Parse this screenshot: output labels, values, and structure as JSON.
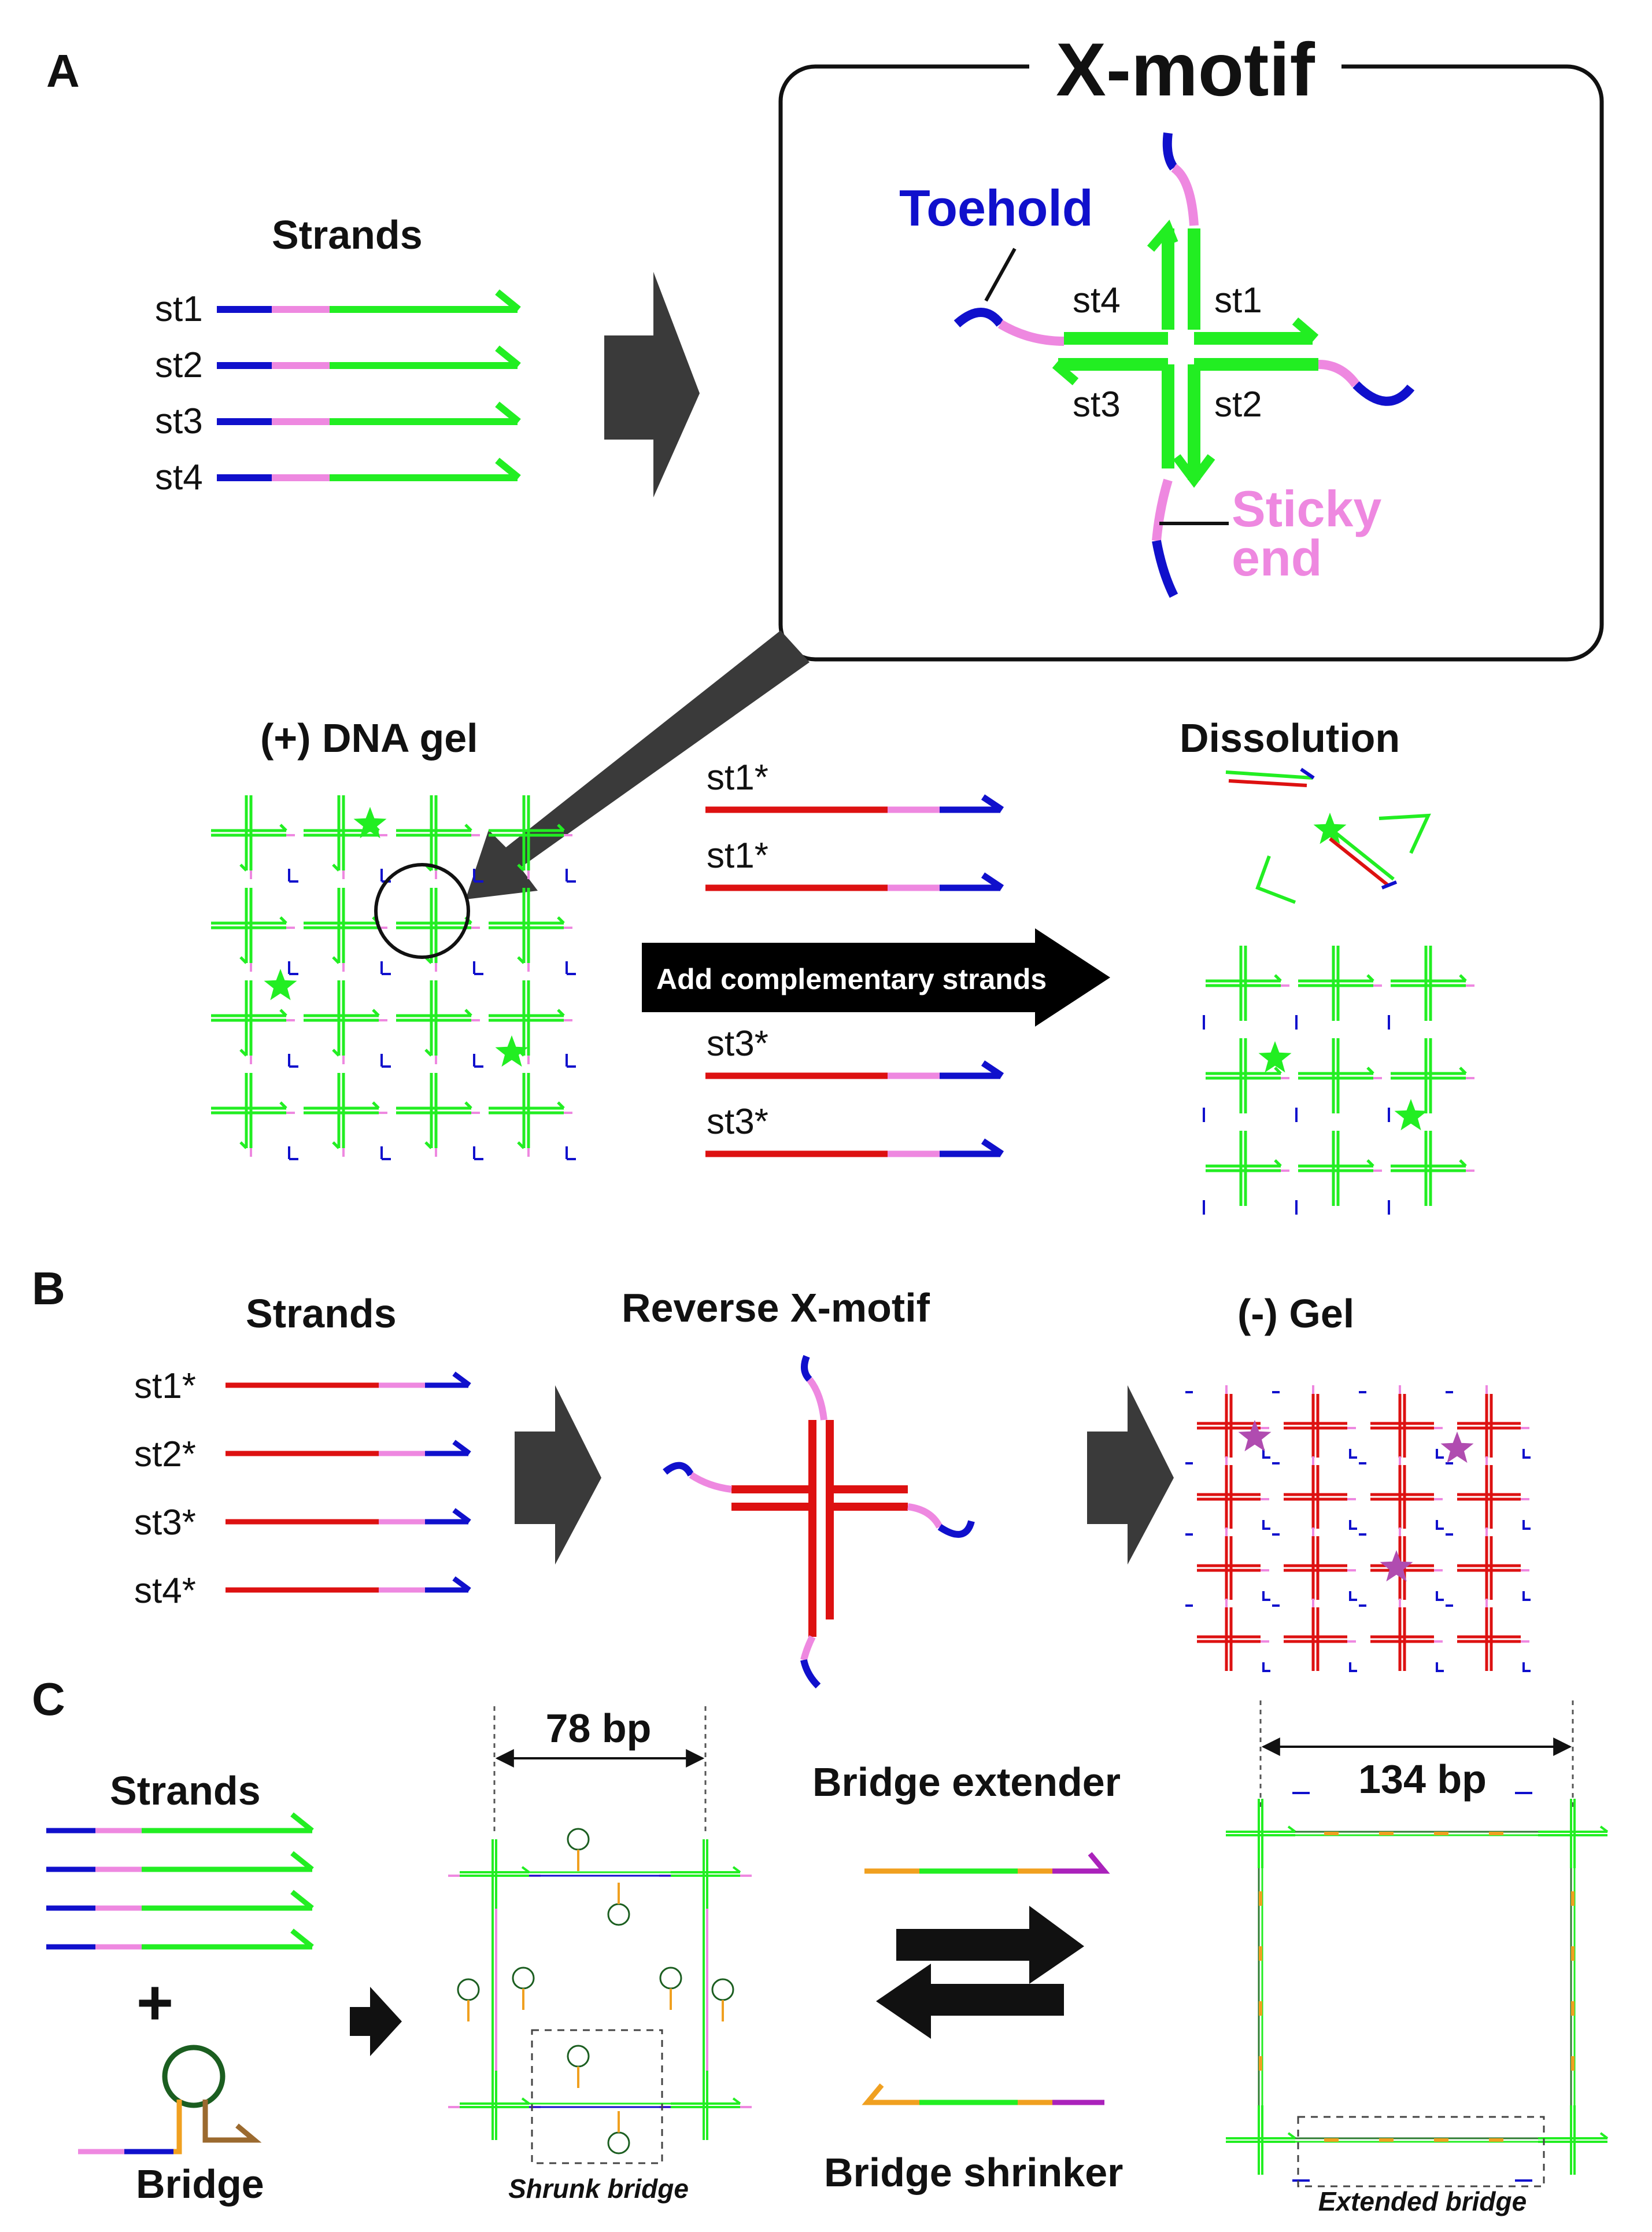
{
  "panels": {
    "a": "A",
    "b": "B",
    "c": "C"
  },
  "panel_a": {
    "strands_title": "Strands",
    "strands": [
      "st1",
      "st2",
      "st3",
      "st4"
    ],
    "xmotif_title": "X-motif",
    "toehold_label": "Toehold",
    "sticky_label_1": "Sticky",
    "sticky_label_2": "end",
    "arm_labels": {
      "st4": "st4",
      "st1": "st1",
      "st3": "st3",
      "st2": "st2"
    },
    "gel_title": "(+) DNA gel",
    "dissolution_title": "Dissolution",
    "complementary": [
      "st1*",
      "st1*",
      "st3*",
      "st3*"
    ],
    "add_label": "Add complementary strands"
  },
  "panel_b": {
    "strands_title": "Strands",
    "strands": [
      "st1*",
      "st2*",
      "st3*",
      "st4*"
    ],
    "reverse_title": "Reverse X-motif",
    "gel_title": "(-) Gel"
  },
  "panel_c": {
    "strands_title": "Strands",
    "plus": "+",
    "bridge_label": "Bridge",
    "shrunk_length": "78 bp",
    "shrunk_caption": "Shrunk bridge",
    "extender_label": "Bridge extender",
    "shrinker_label": "Bridge shrinker",
    "extended_length": "134 bp",
    "extended_caption": "Extended bridge"
  },
  "colors": {
    "green": "#22ee22",
    "blue": "#1010cc",
    "pink": "#ee88e0",
    "red": "#dd1111",
    "orange": "#f0a020",
    "purple": "#aa22bb",
    "star_green": "#22ee22",
    "star_purple": "#b04cb0",
    "arrow": "#3a3a3a"
  }
}
